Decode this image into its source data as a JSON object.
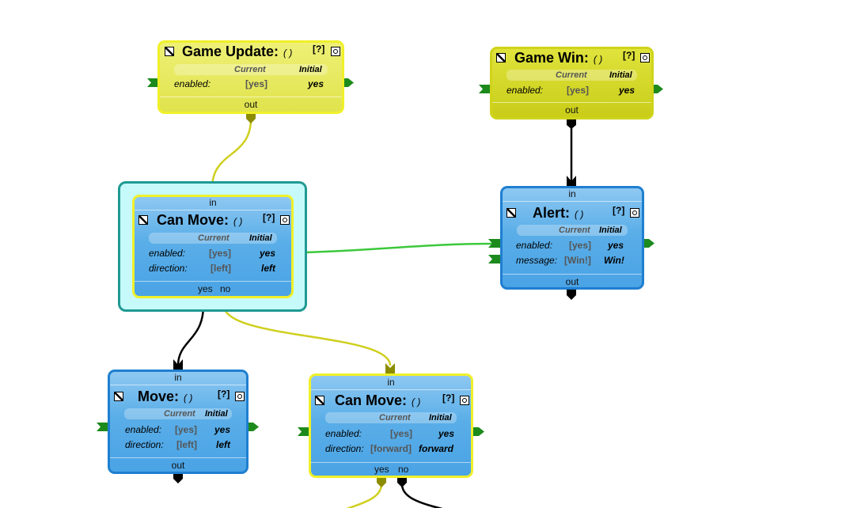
{
  "nodes": {
    "game_update": {
      "title": "Game Update:",
      "params": "( )",
      "help": "[?]",
      "header_current": "Current",
      "header_initial": "Initial",
      "props": [
        {
          "name": "enabled:",
          "current": "[yes]",
          "initial": "yes"
        }
      ],
      "outputs": [
        "out"
      ]
    },
    "game_win": {
      "title": "Game Win:",
      "params": "( )",
      "help": "[?]",
      "header_current": "Current",
      "header_initial": "Initial",
      "props": [
        {
          "name": "enabled:",
          "current": "[yes]",
          "initial": "yes"
        }
      ],
      "outputs": [
        "out"
      ]
    },
    "can_move_1": {
      "input": "in",
      "title": "Can Move:",
      "params": "( )",
      "help": "[?]",
      "header_current": "Current",
      "header_initial": "Initial",
      "props": [
        {
          "name": "enabled:",
          "current": "[yes]",
          "initial": "yes"
        },
        {
          "name": "direction:",
          "current": "[left]",
          "initial": "left"
        }
      ],
      "outputs": [
        "yes",
        "no"
      ]
    },
    "alert": {
      "input": "in",
      "title": "Alert:",
      "params": "( )",
      "help": "[?]",
      "header_current": "Current",
      "header_initial": "Initial",
      "props": [
        {
          "name": "enabled:",
          "current": "[yes]",
          "initial": "yes"
        },
        {
          "name": "message:",
          "current": "[Win!]",
          "initial": "Win!"
        }
      ],
      "outputs": [
        "out"
      ]
    },
    "move": {
      "input": "in",
      "title": "Move:",
      "params": "( )",
      "help": "[?]",
      "header_current": "Current",
      "header_initial": "Initial",
      "props": [
        {
          "name": "enabled:",
          "current": "[yes]",
          "initial": "yes"
        },
        {
          "name": "direction:",
          "current": "[left]",
          "initial": "left"
        }
      ],
      "outputs": [
        "out"
      ]
    },
    "can_move_2": {
      "input": "in",
      "title": "Can Move:",
      "params": "( )",
      "help": "[?]",
      "header_current": "Current",
      "header_initial": "Initial",
      "props": [
        {
          "name": "enabled:",
          "current": "[yes]",
          "initial": "yes"
        },
        {
          "name": "direction:",
          "current": "[forward]",
          "initial": "forward"
        }
      ],
      "outputs": [
        "yes",
        "no"
      ]
    }
  },
  "colors": {
    "node_blue": "#4aa3e5",
    "node_yellow": "#e3e651",
    "group_teal": "#c6fafa",
    "wire_green": "#3cc83c",
    "wire_yellow": "#cfcf1e",
    "wire_black": "#000000",
    "port_green": "#1c8a1c",
    "port_olive": "#8c8c00"
  },
  "icons": [
    "run-icon",
    "help-icon",
    "options-icon"
  ]
}
